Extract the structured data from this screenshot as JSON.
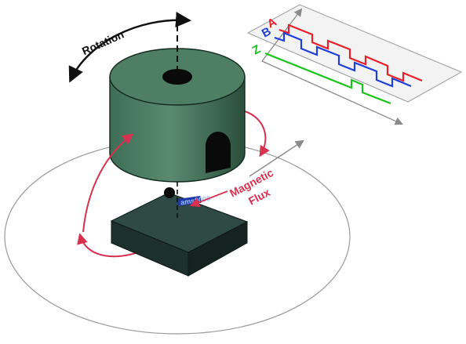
{
  "labels": {
    "rotation": "Rotation",
    "magnetic": "Magnetic",
    "flux": "Flux",
    "chip": "ams0000"
  },
  "signals": [
    {
      "name": "A",
      "color": "#e8202a"
    },
    {
      "name": "B",
      "color": "#1f3fd8"
    },
    {
      "name": "Z",
      "color": "#18c418"
    }
  ],
  "colors": {
    "magnet_top": "#4e7e64",
    "magnet_side": "#2f5a45",
    "chip_top": "#2e4a44",
    "flux_arrow": "#d8314f",
    "ground_ellipse": "#999999"
  },
  "icons": {
    "rotation_arrow": "curved-double-arrow",
    "flux_arrows": "curved-arrow"
  }
}
